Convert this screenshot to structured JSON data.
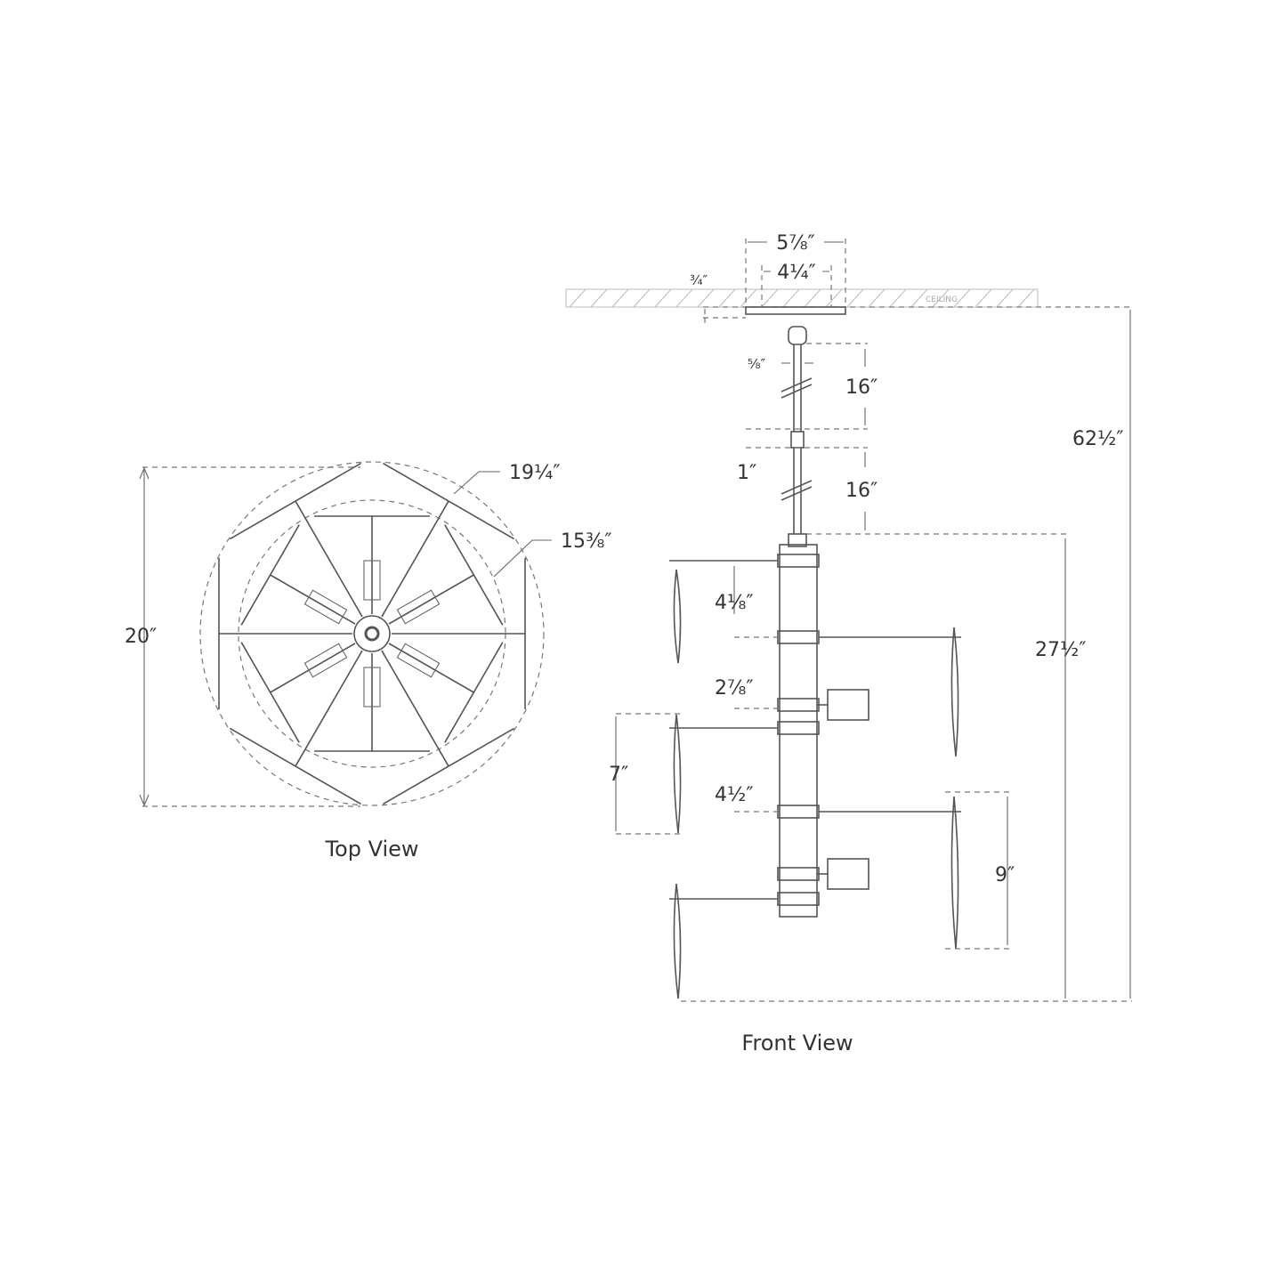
{
  "top_view": {
    "caption": "Top View",
    "dims": {
      "outer_diameter": "19¼″",
      "inner_diameter": "15⅜″",
      "height_span": "20″"
    }
  },
  "front_view": {
    "caption": "Front View",
    "ceiling_label": "CEILING",
    "dims": {
      "canopy_width": "5⅞″",
      "canopy_inner": "4¼″",
      "canopy_depth": "¾″",
      "stem_diameter": "⅝″",
      "stem_upper": "16″",
      "coupler": "1″",
      "stem_lower": "16″",
      "overall_height": "62½″",
      "body_height": "27½″",
      "tier_1": "4⅛″",
      "tier_2": "2⅞″",
      "shade_left": "7″",
      "tier_3": "4½″",
      "shade_right": "9″"
    }
  }
}
